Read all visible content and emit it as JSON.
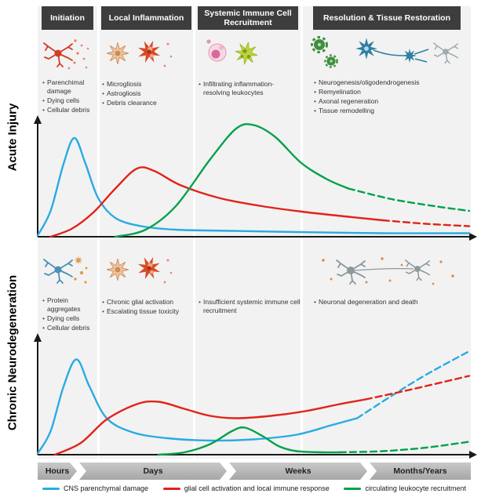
{
  "phases": [
    {
      "label": "Initiation"
    },
    {
      "label": "Local Inflammation"
    },
    {
      "label": "Systemic Immune Cell Recruitment"
    },
    {
      "label": "Resolution & Tissue Restoration"
    }
  ],
  "panels": [
    {
      "title": "Acute Injury",
      "icons": [
        [
          "damaged-neuron-icon",
          "cellular-debris-dots-icon"
        ],
        [
          "activated-microglia-icon",
          "amoeboid-microglia-icon"
        ],
        [
          "leukocyte-icon",
          "inflammation-resolving-cell-icon"
        ],
        [
          "regenerating-cells-icon",
          "blue-neuron-network-icon",
          "gray-neuron-icon"
        ]
      ],
      "bullets": [
        [
          "Parenchimal damage",
          "Dying cells",
          "Cellular debris"
        ],
        [
          "Microgliosis",
          "Astrogliosis",
          "Debris clearance"
        ],
        [
          "Infiltrating inflammation-resolving leukocytes"
        ],
        [
          "Neurogenesis/oligodendrogenesis",
          "Remyelination",
          "Axonal regeneration",
          "Tissue remodelling"
        ]
      ]
    },
    {
      "title": "Chronic Neurodegeneration",
      "icons": [
        [
          "blue-neuron-icon",
          "protein-aggregate-icon"
        ],
        [
          "activated-microglia-icon",
          "amoeboid-microglia-icon"
        ],
        [],
        [
          "degenerating-neurons-icon",
          "debris-dots-icon"
        ]
      ],
      "bullets": [
        [
          "Protein aggregates",
          "Dying cells",
          "Cellular debris"
        ],
        [
          "Chronic glial activation",
          "Escalating tissue toxicity"
        ],
        [
          "Insufficient systemic immune cell recruitment"
        ],
        [
          "Neuronal degeneration and death"
        ]
      ]
    }
  ],
  "timeline": {
    "labels": [
      "Hours",
      "Days",
      "Weeks",
      "Months/Years"
    ]
  },
  "legend": [
    {
      "label": "CNS parenchymal damage",
      "color": "#29abe2"
    },
    {
      "label": "glial cell activation and local immune response",
      "color": "#e2231a"
    },
    {
      "label": "circulating leukocyte recruitment",
      "color": "#00a14b"
    }
  ],
  "chart_data": [
    {
      "type": "line",
      "title": "Acute Injury",
      "x_ticks": [
        "Hours",
        "Days",
        "Weeks",
        "Months/Years"
      ],
      "xlabel": "time (unlabeled arrow axis)",
      "ylabel": "response magnitude (unlabeled arrow axis)",
      "units": "relative 0-100, estimated from curve heights",
      "xlim": [
        0,
        100
      ],
      "ylim": [
        0,
        100
      ],
      "series": [
        {
          "name": "CNS parenchymal damage",
          "color": "#29abe2",
          "solid": [
            [
              0,
              1
            ],
            [
              3,
              22
            ],
            [
              6,
              62
            ],
            [
              8.5,
              84
            ],
            [
              11,
              63
            ],
            [
              14,
              33
            ],
            [
              18,
              16
            ],
            [
              24,
              9
            ],
            [
              32,
              6
            ],
            [
              45,
              5
            ],
            [
              60,
              4
            ],
            [
              80,
              3
            ],
            [
              100,
              3
            ]
          ],
          "dashed": []
        },
        {
          "name": "glial cell activation and local immune response",
          "color": "#e2231a",
          "solid": [
            [
              3,
              0
            ],
            [
              8,
              7
            ],
            [
              13,
              21
            ],
            [
              18,
              41
            ],
            [
              23,
              58
            ],
            [
              27,
              56
            ],
            [
              33,
              44
            ],
            [
              42,
              33
            ],
            [
              52,
              26
            ],
            [
              62,
              21
            ],
            [
              72,
              17
            ],
            [
              80,
              14
            ]
          ],
          "dashed": [
            [
              80,
              14
            ],
            [
              90,
              11
            ],
            [
              100,
              9
            ]
          ]
        },
        {
          "name": "circulating leukocyte recruitment",
          "color": "#00a14b",
          "solid": [
            [
              18,
              0
            ],
            [
              25,
              6
            ],
            [
              32,
              26
            ],
            [
              40,
              66
            ],
            [
              46,
              92
            ],
            [
              50,
              95
            ],
            [
              55,
              85
            ],
            [
              61,
              63
            ],
            [
              67,
              49
            ],
            [
              72,
              41
            ]
          ],
          "dashed": [
            [
              72,
              41
            ],
            [
              82,
              32
            ],
            [
              92,
              26
            ],
            [
              100,
              22
            ]
          ]
        }
      ]
    },
    {
      "type": "line",
      "title": "Chronic Neurodegeneration",
      "x_ticks": [
        "Hours",
        "Days",
        "Weeks",
        "Months/Years"
      ],
      "xlabel": "time (unlabeled arrow axis)",
      "ylabel": "response magnitude (unlabeled arrow axis)",
      "units": "relative 0-100, estimated from curve heights",
      "xlim": [
        0,
        100
      ],
      "ylim": [
        0,
        100
      ],
      "series": [
        {
          "name": "CNS parenchymal damage",
          "color": "#29abe2",
          "solid": [
            [
              0,
              1
            ],
            [
              3,
              20
            ],
            [
              6,
              58
            ],
            [
              9,
              81
            ],
            [
              12,
              58
            ],
            [
              16,
              31
            ],
            [
              22,
              19
            ],
            [
              30,
              14
            ],
            [
              40,
              12
            ],
            [
              50,
              13
            ],
            [
              60,
              17
            ],
            [
              68,
              25
            ],
            [
              74,
              31
            ]
          ],
          "dashed": [
            [
              74,
              31
            ],
            [
              82,
              50
            ],
            [
              90,
              68
            ],
            [
              100,
              88
            ]
          ]
        },
        {
          "name": "glial cell activation and local immune response",
          "color": "#e2231a",
          "solid": [
            [
              4,
              0
            ],
            [
              10,
              10
            ],
            [
              16,
              30
            ],
            [
              23,
              43
            ],
            [
              28,
              45
            ],
            [
              34,
              39
            ],
            [
              40,
              33
            ],
            [
              46,
              31
            ],
            [
              54,
              33
            ],
            [
              62,
              37
            ],
            [
              70,
              43
            ],
            [
              76,
              47
            ]
          ],
          "dashed": [
            [
              76,
              47
            ],
            [
              86,
              55
            ],
            [
              100,
              67
            ]
          ]
        },
        {
          "name": "circulating leukocyte recruitment",
          "color": "#00a14b",
          "solid": [
            [
              28,
              0
            ],
            [
              34,
              2
            ],
            [
              40,
              9
            ],
            [
              45,
              20
            ],
            [
              48,
              23
            ],
            [
              52,
              16
            ],
            [
              56,
              7
            ],
            [
              60,
              3
            ],
            [
              66,
              2
            ],
            [
              70,
              2
            ]
          ],
          "dashed": [
            [
              70,
              2
            ],
            [
              80,
              3
            ],
            [
              90,
              6
            ],
            [
              100,
              11
            ]
          ]
        }
      ]
    }
  ]
}
